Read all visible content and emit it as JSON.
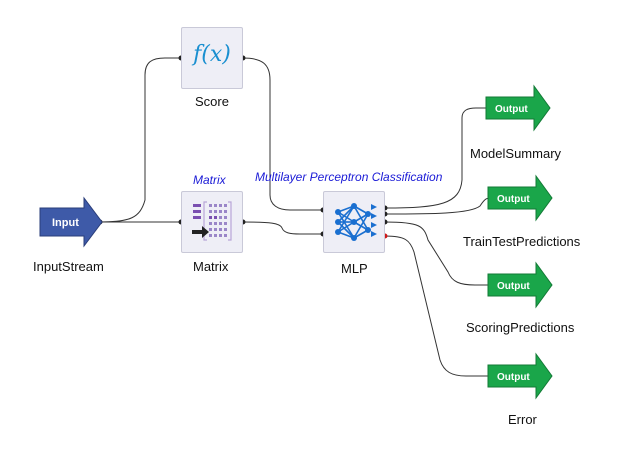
{
  "nodes": {
    "input": {
      "tag": "Input",
      "label": "InputStream"
    },
    "score": {
      "label": "Score",
      "formula": "f(x)"
    },
    "matrix": {
      "label": "Matrix",
      "title": "Matrix"
    },
    "mlp": {
      "label": "MLP",
      "title": "Multilayer Perceptron Classification"
    },
    "out_model": {
      "tag": "Output",
      "label": "ModelSummary"
    },
    "out_traintest": {
      "tag": "Output",
      "label": "TrainTestPredictions"
    },
    "out_scoring": {
      "tag": "Output",
      "label": "ScoringPredictions"
    },
    "out_error": {
      "tag": "Output",
      "label": "Error"
    }
  },
  "colors": {
    "input_fill": "#3e5aa8",
    "output_fill": "#1aa64a",
    "node_bg": "#eeeef6",
    "title_blue": "#1a1ad6",
    "error_port": "#d01818",
    "edge": "#333333"
  },
  "icons": {
    "score": "function-fx-icon",
    "matrix": "matrix-grid-icon",
    "mlp": "neural-network-icon"
  }
}
